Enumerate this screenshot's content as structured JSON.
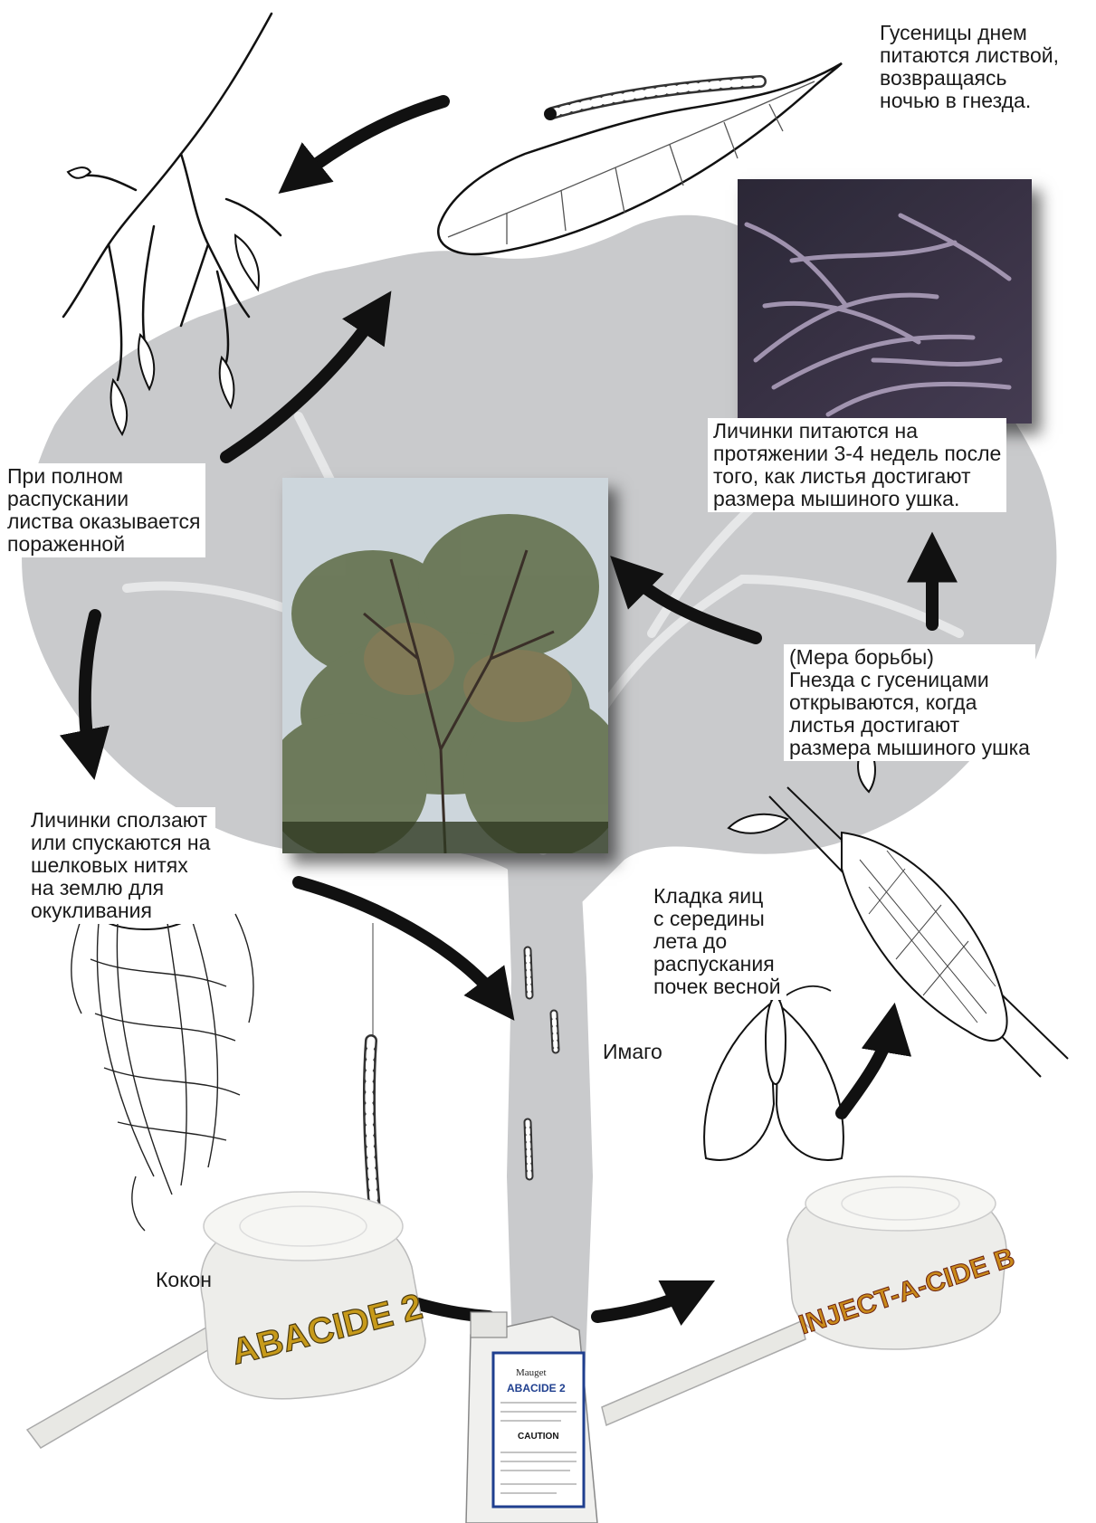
{
  "labels": {
    "caterpillars_day": "Гусеницы днем\nпитаются листвой,\nвозвращаясь\nночью в гнезда.",
    "larvae_feed": "Личинки питаются на\nпротяжении 3-4 недель после\nтого, как листья достигают\nразмера мышиного ушка.",
    "full_foliage": "При полном\nраспускании\nлиства оказывается\nпораженной",
    "control_measure": "(Мера борьбы)\nГнезда с гусеницами\nоткрываются, когда\nлистья достигают\nразмера мышиного ушка",
    "larvae_descend": "Личинки сползают\nили спускаются на\nшелковых нитях\nна землю для\nокукливания",
    "egg_laying": "Кладка яиц\nс середины\nлета до\nраспускания\nпочек весной",
    "adult": "Имаго",
    "cocoon": "Кокон"
  },
  "products": {
    "left_cap": "ABACIDE 2",
    "right_cap": "INJECT-A-CIDE B",
    "jug_brand": "Mauget",
    "jug_name": "ABACIDE 2",
    "jug_caution": "CAUTION"
  },
  "colors": {
    "tree_silhouette": "#c9cacc",
    "arrow": "#111111",
    "photo_tent": "#2c2438",
    "photo_tree": "#6f7a55"
  }
}
